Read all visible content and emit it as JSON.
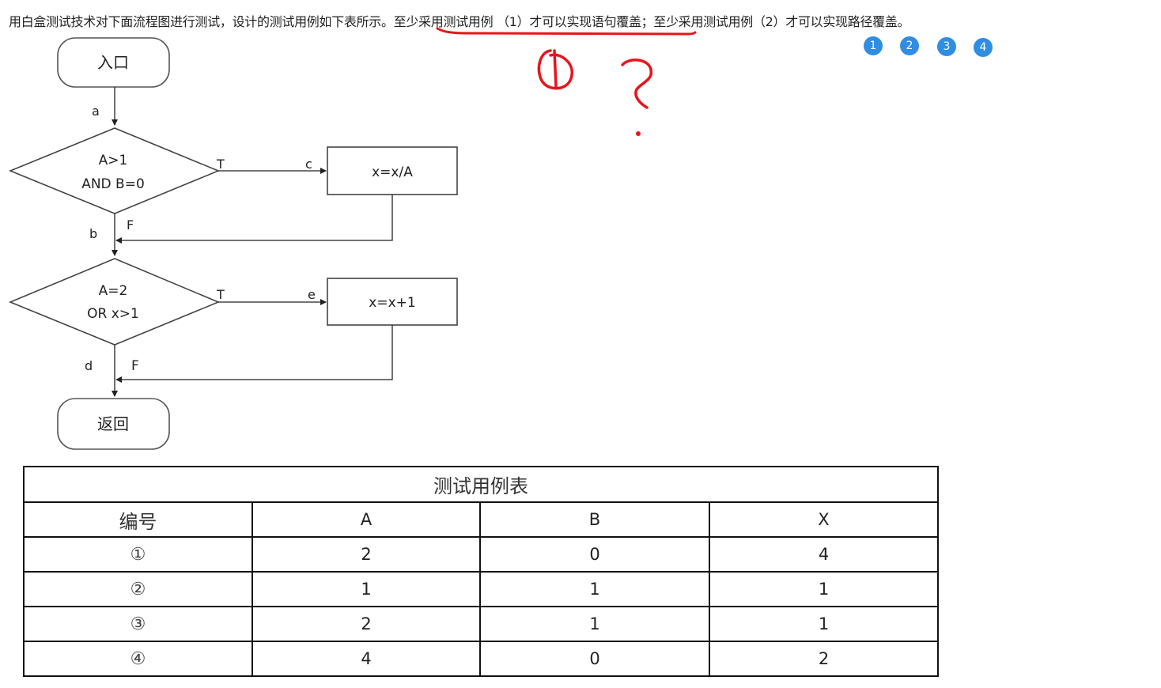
{
  "question": {
    "part1": "用白盒测试技术对下面流程图进行测试，设计的测试用例如下表所示。",
    "part2": "至少采用测试用例 （1）才可以实现语句覆盖",
    "part3": "；至少采用测试用例（2）才可以实现路径覆盖。"
  },
  "options": [
    "1",
    "2",
    "3",
    "4"
  ],
  "flowchart": {
    "start": "入口",
    "end": "返回",
    "cond1": [
      "A>1",
      "AND  B=0"
    ],
    "cond2": [
      "A=2",
      "OR  x>1"
    ],
    "proc1": "x=x/A",
    "proc2": "x=x+1",
    "edges": {
      "a": "a",
      "b": "b",
      "c": "c",
      "d": "d",
      "e": "e"
    },
    "true_label": "T",
    "false_label": "F"
  },
  "handwriting": {
    "mark1": "①",
    "mark2": "?"
  },
  "colors": {
    "accent": "#2f8de4",
    "ink": "#e8141b"
  },
  "table": {
    "caption": "测试用例表",
    "headers": [
      "编号",
      "A",
      "B",
      "X"
    ],
    "rows": [
      [
        "①",
        "2",
        "0",
        "4"
      ],
      [
        "②",
        "1",
        "1",
        "1"
      ],
      [
        "③",
        "2",
        "1",
        "1"
      ],
      [
        "④",
        "4",
        "0",
        "2"
      ]
    ]
  }
}
